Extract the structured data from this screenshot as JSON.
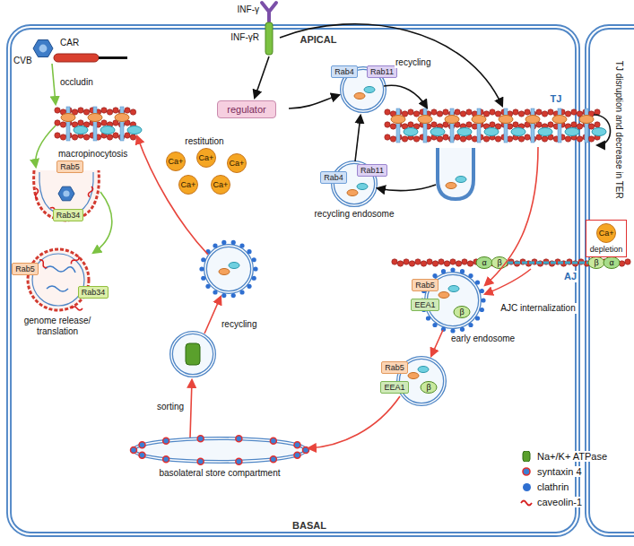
{
  "diagram": {
    "nodes": [
      {
        "text": [
          "regulator"
        ]
      },
      {
        "text": [
          "Rab5"
        ]
      },
      {
        "text": [
          "Rab34"
        ]
      },
      {
        "text": [
          "Rab5"
        ]
      },
      {
        "text": [
          "Rab34"
        ]
      },
      {
        "text": [
          "Ca+"
        ]
      },
      {
        "text": [
          "Ca+"
        ]
      },
      {
        "text": [
          "Ca+"
        ]
      },
      {
        "text": [
          "Ca+"
        ]
      },
      {
        "text": [
          "Ca+"
        ]
      },
      {
        "text": [
          "Rab4"
        ]
      },
      {
        "text": [
          "Rab11"
        ]
      },
      {
        "text": [
          "Rab4"
        ]
      },
      {
        "text": [
          "Rab11"
        ]
      },
      {
        "text": [
          "depletion"
        ]
      },
      {
        "text": [
          "Ca+"
        ],
        "in": 14
      },
      {
        "text": [
          "Rab5"
        ]
      },
      {
        "text": [
          "EEA1"
        ]
      },
      {
        "text": [
          "Rab5"
        ]
      },
      {
        "text": [
          "EEA1"
        ]
      }
    ],
    "labels": [
      "INF-γ",
      "INF-γR",
      "APICAL",
      "CVB",
      "CAR",
      "occludin",
      "macropinocytosis",
      "genome release/ translation",
      "restitution",
      "recycling",
      "recycling endosome",
      "TJ",
      "TJ disruption and decrease in TER",
      "α",
      "β",
      "β",
      "α",
      "AJ",
      "AJC internalization",
      "β",
      "early endosome",
      "β",
      "recycling",
      "sorting",
      "basolateral store compartment",
      "BASAL"
    ],
    "legend": [
      {
        "text": "Na+/K+ ATPase"
      },
      {
        "text": "syntaxin 4"
      },
      {
        "text": "clathrin",
        "color": "#2f6fd0"
      },
      {
        "text": "caveolin-1"
      }
    ]
  }
}
